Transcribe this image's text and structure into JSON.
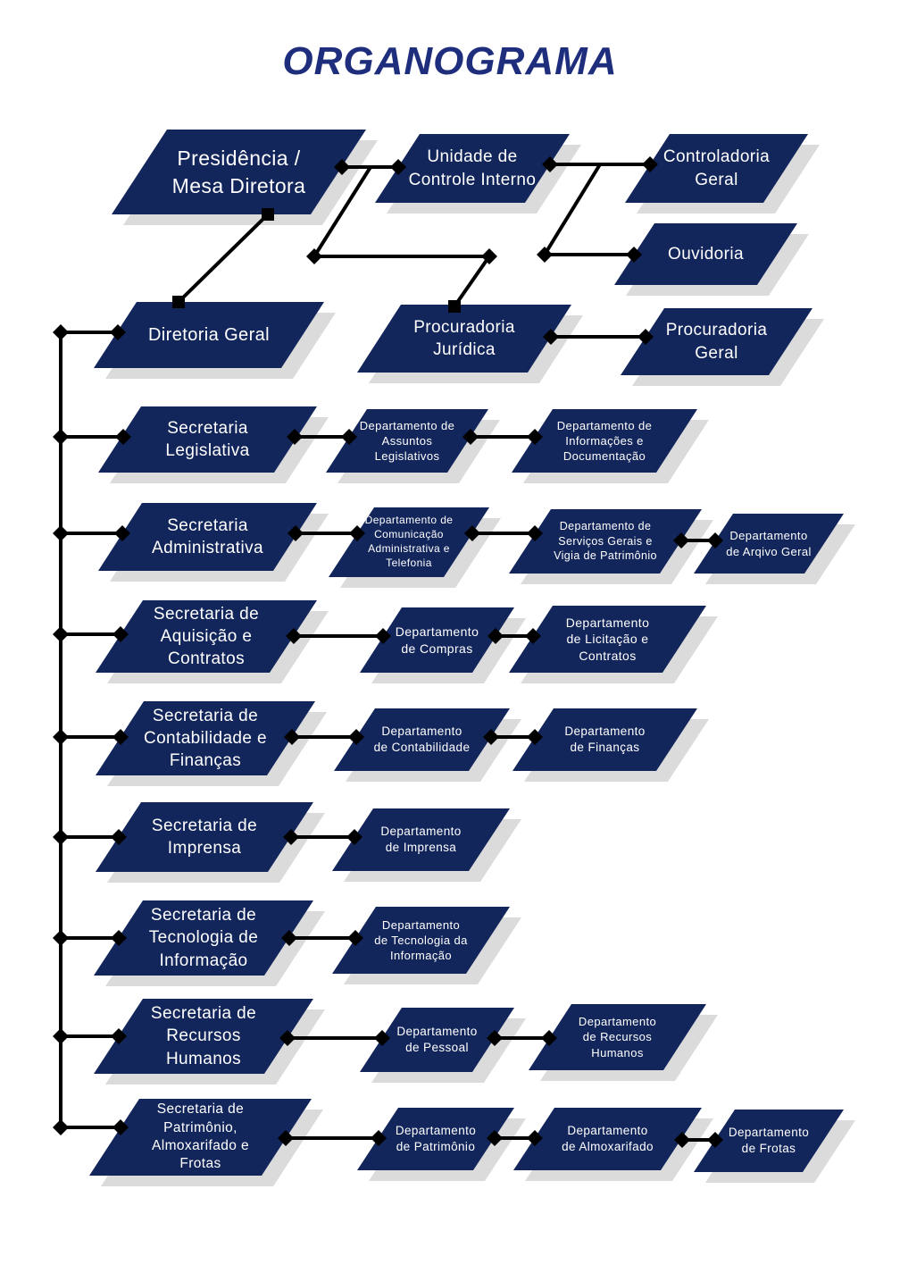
{
  "title": "ORGANOGRAMA",
  "colors": {
    "box": "#13265b",
    "shadow": "#dbdbdb",
    "line": "#000000",
    "title": "#1e2e7d"
  },
  "nodes": {
    "presidencia": {
      "label": "Presidência /\nMesa Diretora"
    },
    "unidade_controle": {
      "label": "Unidade de\nControle Interno"
    },
    "controladoria": {
      "label": "Controladoria\nGeral"
    },
    "ouvidoria": {
      "label": "Ouvidoria"
    },
    "diretoria_geral": {
      "label": "Diretoria Geral"
    },
    "procuradoria_juridica": {
      "label": "Procuradoria\nJurídica"
    },
    "procuradoria_geral": {
      "label": "Procuradoria\nGeral"
    },
    "sec_legislativa": {
      "label": "Secretaria\nLegislativa"
    },
    "dep_assuntos": {
      "label": "Departamento de\nAssuntos\nLegislativos"
    },
    "dep_informacoes": {
      "label": "Departamento de\nInformações e\nDocumentação"
    },
    "sec_administrativa": {
      "label": "Secretaria\nAdministrativa"
    },
    "dep_comunicacao": {
      "label": "Departamento de\nComunicação\nAdministrativa e\nTelefonia"
    },
    "dep_servicos": {
      "label": "Departamento de\nServiços Gerais e\nVigia de Patrimônio"
    },
    "dep_arquivo": {
      "label": "Departamento\nde Arqivo Geral"
    },
    "sec_aquisicao": {
      "label": "Secretaria de\nAquisição e\nContratos"
    },
    "dep_compras": {
      "label": "Departamento\nde Compras"
    },
    "dep_licitacao": {
      "label": "Departamento\nde Licitação e\nContratos"
    },
    "sec_contabilidade": {
      "label": "Secretaria de\nContabilidade e\nFinanças"
    },
    "dep_contabilidade": {
      "label": "Departamento\nde Contabilidade"
    },
    "dep_financas": {
      "label": "Departamento\nde Finanças"
    },
    "sec_imprensa": {
      "label": "Secretaria de\nImprensa"
    },
    "dep_imprensa": {
      "label": "Departamento\nde Imprensa"
    },
    "sec_tecnologia": {
      "label": "Secretaria de\nTecnologia de\nInformação"
    },
    "dep_tecnologia": {
      "label": "Departamento\nde Tecnologia da\nInformação"
    },
    "sec_rh": {
      "label": "Secretaria de\nRecursos\nHumanos"
    },
    "dep_pessoal": {
      "label": "Departamento\nde Pessoal"
    },
    "dep_rh": {
      "label": "Departamento\nde Recursos\nHumanos"
    },
    "sec_patrimonio": {
      "label": "Secretaria de\nPatrimônio,\nAlmoxarifado e\nFrotas"
    },
    "dep_patrimonio": {
      "label": "Departamento\nde Patrimônio"
    },
    "dep_almoxarifado": {
      "label": "Departamento\nde Almoxarifado"
    },
    "dep_frotas": {
      "label": "Departamento\nde Frotas"
    }
  }
}
